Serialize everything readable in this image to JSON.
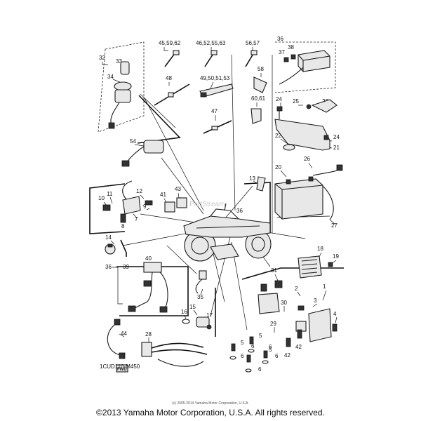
{
  "diagram": {
    "labels": [
      {
        "id": "p32",
        "text": "32"
      },
      {
        "id": "p33",
        "text": "33"
      },
      {
        "id": "p34",
        "text": "34"
      },
      {
        "id": "p45",
        "text": "45,59,62"
      },
      {
        "id": "p46",
        "text": "46,52,55,63"
      },
      {
        "id": "p56",
        "text": "56,57"
      },
      {
        "id": "p48",
        "text": "48"
      },
      {
        "id": "p49",
        "text": "49,50,51,53"
      },
      {
        "id": "p58",
        "text": "58"
      },
      {
        "id": "p47",
        "text": "47"
      },
      {
        "id": "p60",
        "text": "60,61"
      },
      {
        "id": "p36a",
        "text": "36"
      },
      {
        "id": "p37",
        "text": "37"
      },
      {
        "id": "p38",
        "text": "38"
      },
      {
        "id": "p24a",
        "text": "24"
      },
      {
        "id": "p25",
        "text": "25"
      },
      {
        "id": "p23",
        "text": "23"
      },
      {
        "id": "p22",
        "text": "22"
      },
      {
        "id": "p24b",
        "text": "24"
      },
      {
        "id": "p21",
        "text": "21"
      },
      {
        "id": "p54",
        "text": "54"
      },
      {
        "id": "p13",
        "text": "13"
      },
      {
        "id": "p20",
        "text": "20"
      },
      {
        "id": "p26",
        "text": "26"
      },
      {
        "id": "p11",
        "text": "11"
      },
      {
        "id": "p12",
        "text": "12"
      },
      {
        "id": "p41",
        "text": "41"
      },
      {
        "id": "p43",
        "text": "43"
      },
      {
        "id": "p10",
        "text": "10"
      },
      {
        "id": "p9",
        "text": "9"
      },
      {
        "id": "p7",
        "text": "7"
      },
      {
        "id": "p8",
        "text": "8"
      },
      {
        "id": "p36b",
        "text": "36"
      },
      {
        "id": "p27",
        "text": "27"
      },
      {
        "id": "p14",
        "text": "14"
      },
      {
        "id": "p18",
        "text": "18"
      },
      {
        "id": "p19",
        "text": "19"
      },
      {
        "id": "p36c",
        "text": "36"
      },
      {
        "id": "p39",
        "text": "39"
      },
      {
        "id": "p40",
        "text": "40"
      },
      {
        "id": "p31",
        "text": "31"
      },
      {
        "id": "p2",
        "text": "2"
      },
      {
        "id": "p30",
        "text": "30"
      },
      {
        "id": "p3",
        "text": "3"
      },
      {
        "id": "p1",
        "text": "1"
      },
      {
        "id": "p4",
        "text": "4"
      },
      {
        "id": "p35",
        "text": "35"
      },
      {
        "id": "p15",
        "text": "15"
      },
      {
        "id": "p16",
        "text": "16"
      },
      {
        "id": "p17",
        "text": "17"
      },
      {
        "id": "p29",
        "text": "29"
      },
      {
        "id": "p44",
        "text": "44"
      },
      {
        "id": "p28",
        "text": "28"
      },
      {
        "id": "p5a",
        "text": "5"
      },
      {
        "id": "p6a",
        "text": "6"
      },
      {
        "id": "p5b",
        "text": "5"
      },
      {
        "id": "p6b",
        "text": "6"
      },
      {
        "id": "p6c",
        "text": "6"
      },
      {
        "id": "p5c",
        "text": "5"
      },
      {
        "id": "p6d",
        "text": "6"
      },
      {
        "id": "p6e",
        "text": "6"
      },
      {
        "id": "p42a",
        "text": "42"
      },
      {
        "id": "p42b",
        "text": "42"
      }
    ],
    "fwd_label": "FWD",
    "diagram_code": "1CUD110-M450",
    "watermark": "PartStream",
    "small_copyright": "(c) 2005-2014 Yamaha Motor Corporation, U.S.A.",
    "copyright": "©2013 Yamaha Motor Corporation, U.S.A. All rights reserved."
  }
}
